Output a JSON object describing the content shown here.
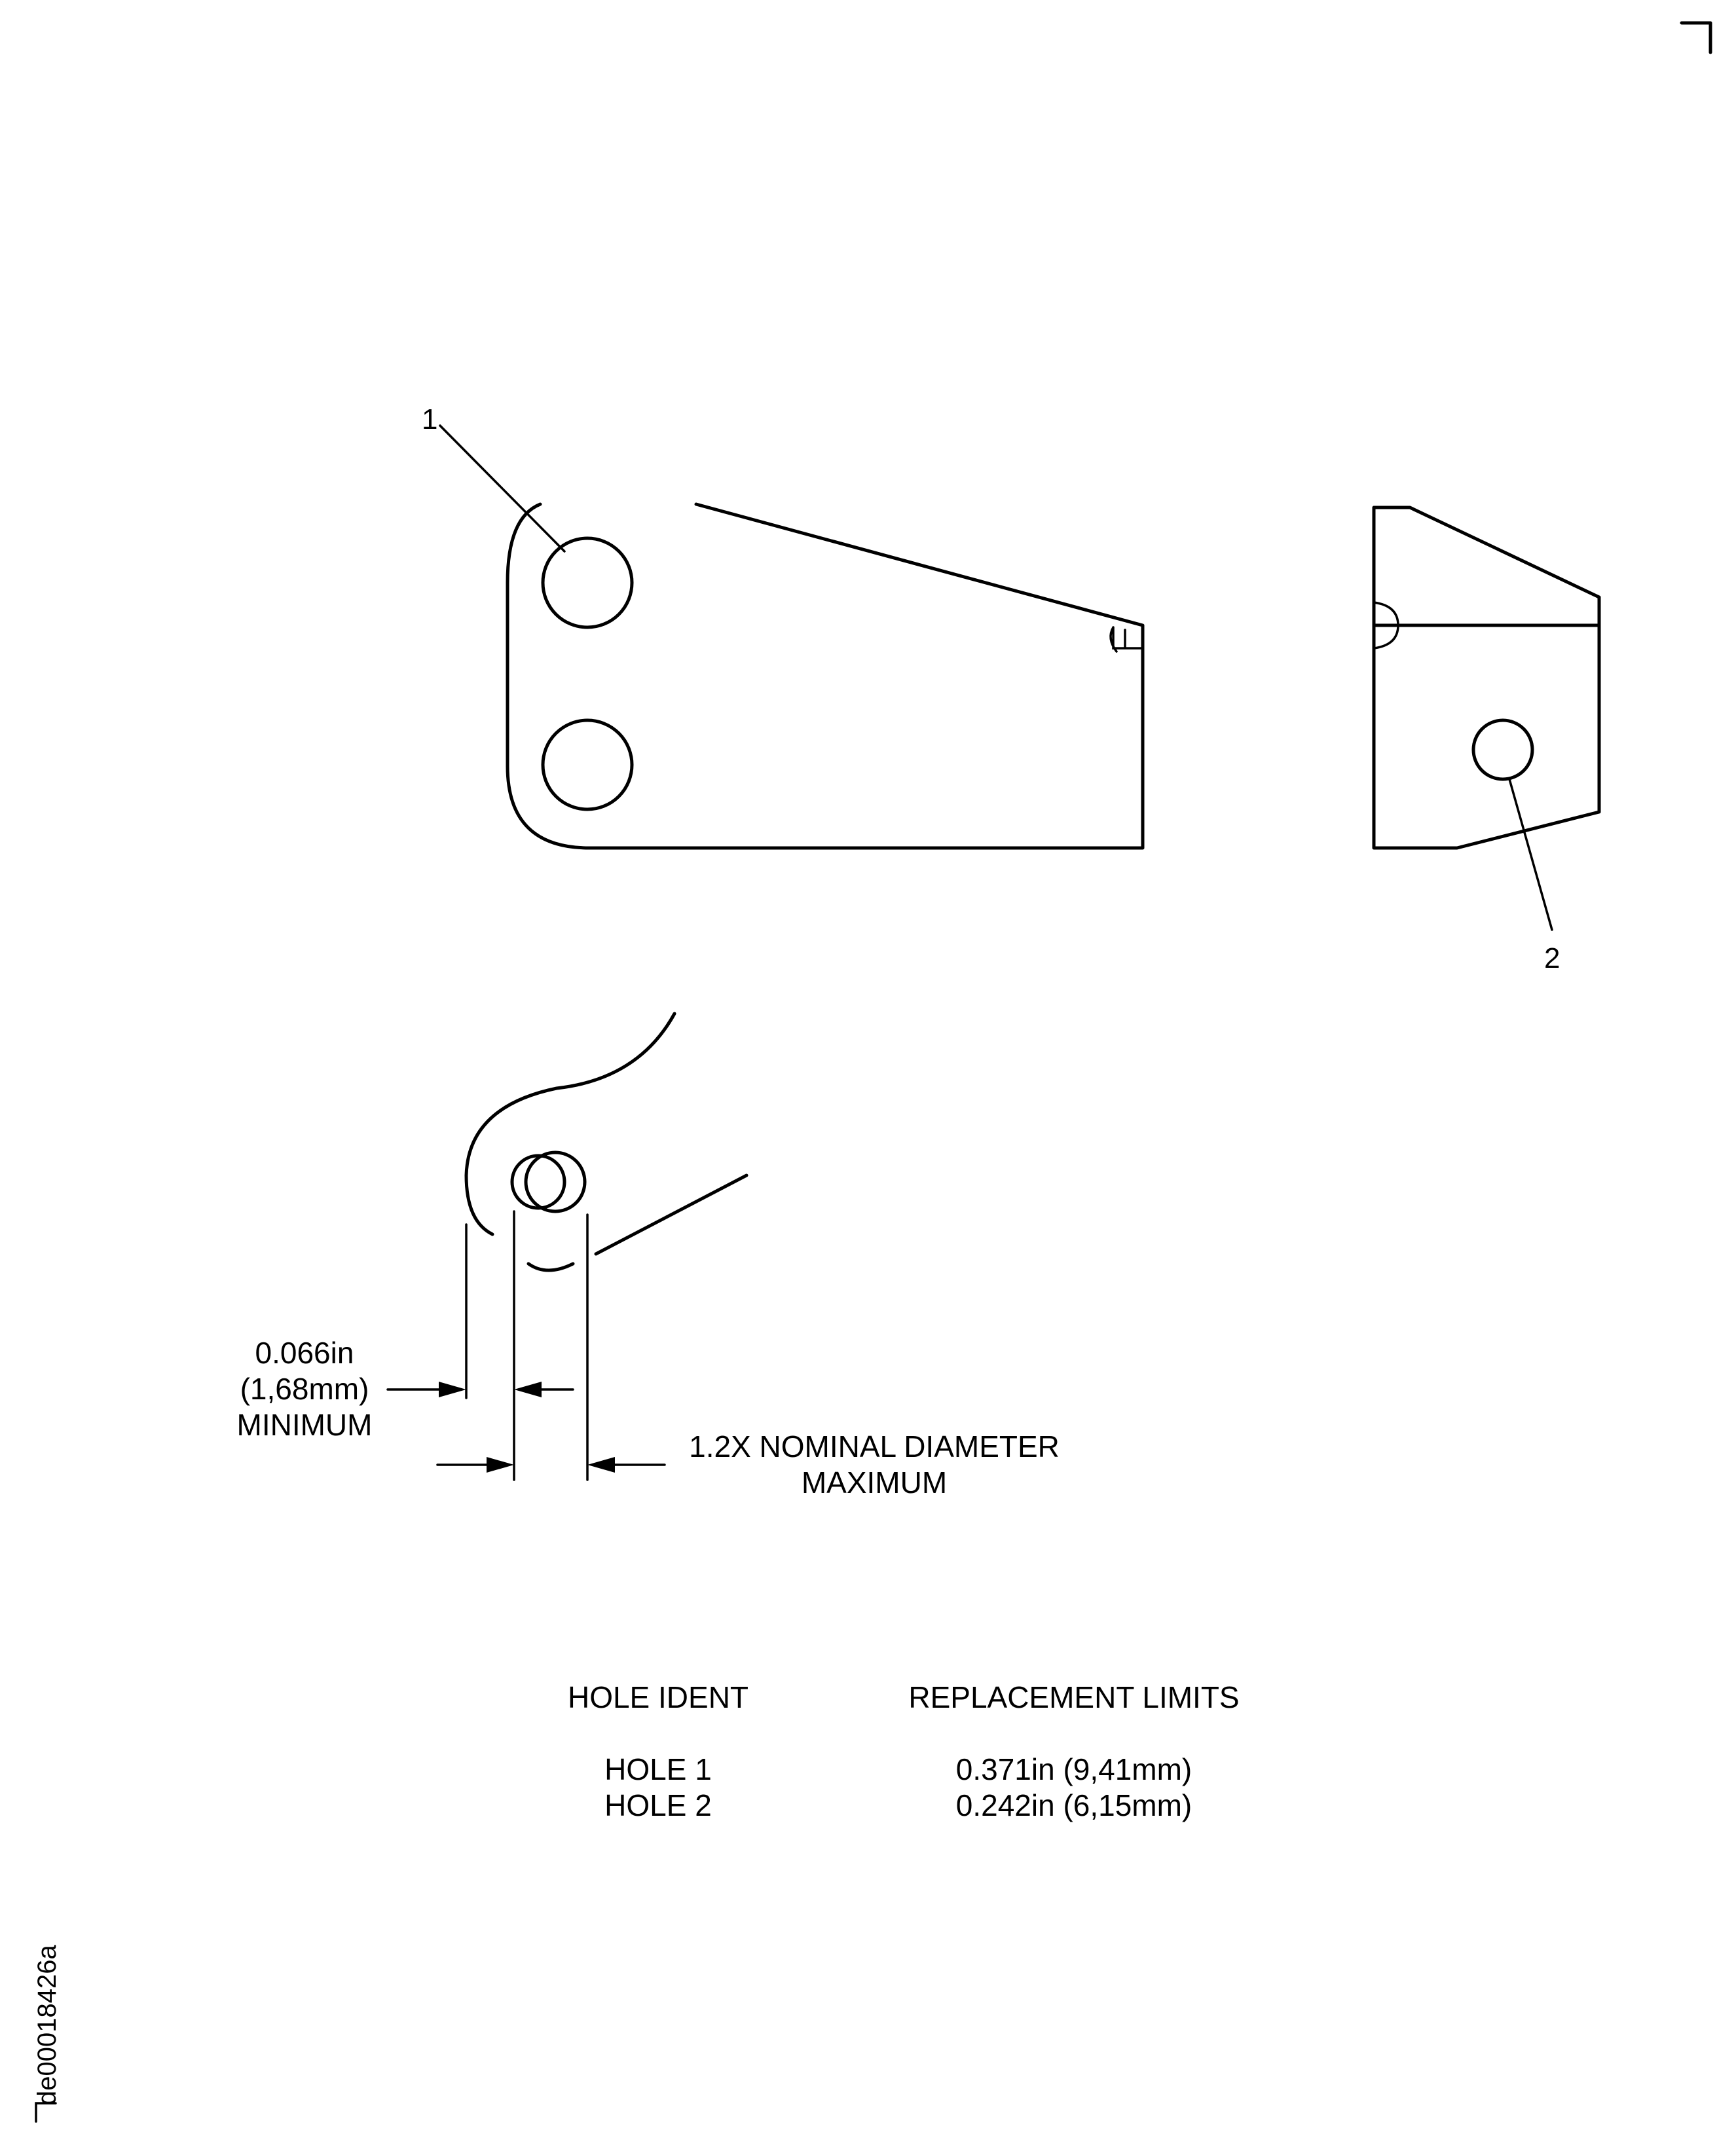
{
  "callouts": {
    "hole_1": "1",
    "hole_2": "2"
  },
  "dimensions": {
    "min_value_in": "0.066in",
    "min_value_mm": "(1,68mm)",
    "min_label": "MINIMUM",
    "max_label_1": "1.2X NOMINAL DIAMETER",
    "max_label_2": "MAXIMUM"
  },
  "table": {
    "headers": [
      "HOLE IDENT",
      "REPLACEMENT LIMITS"
    ],
    "rows": [
      {
        "ident": "HOLE 1",
        "limit": "0.371in (9,41mm)"
      },
      {
        "ident": "HOLE 2",
        "limit": "0.242in (6,15mm)"
      }
    ]
  },
  "document_id": "de00018426a",
  "colors": {
    "line": "#000000",
    "background": "#ffffff"
  }
}
